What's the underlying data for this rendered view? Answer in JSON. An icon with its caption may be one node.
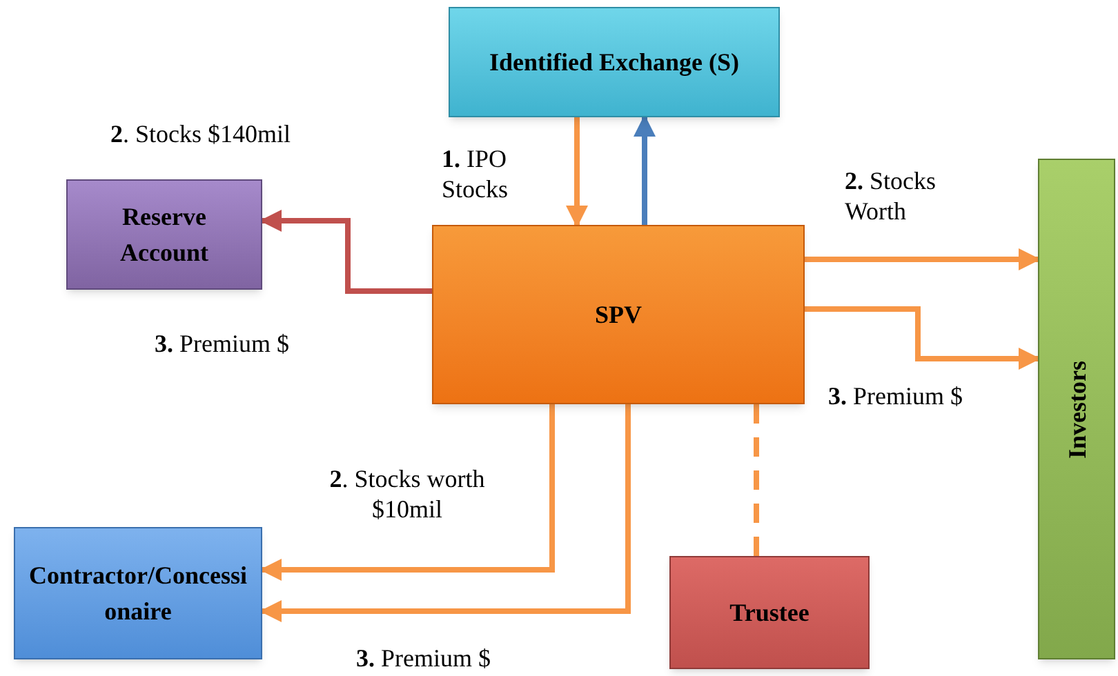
{
  "diagram": {
    "nodes": [
      {
        "text": [
          "Identified Exchange (S)"
        ]
      },
      {
        "text": [
          "Reserve Account"
        ]
      },
      {
        "text": [
          "SPV"
        ]
      },
      {
        "text": [
          "Investors"
        ]
      },
      {
        "text": [
          "Contractor/Concessionaire"
        ]
      },
      {
        "text": [
          "Trustee"
        ]
      }
    ],
    "edges": [
      {
        "from": 0,
        "to": 2,
        "arrow": "to"
      },
      {
        "from": 2,
        "to": 0,
        "arrow": "to",
        "color": "#4a7ebb"
      },
      {
        "from": 2,
        "to": 1,
        "arrow": "to",
        "color": "#c0504d"
      },
      {
        "from": 2,
        "to": 3,
        "arrow": "to"
      },
      {
        "from": 2,
        "to": 3,
        "arrow": "to"
      },
      {
        "from": 2,
        "to": 4,
        "arrow": "to"
      },
      {
        "from": 2,
        "to": 4,
        "arrow": "to"
      },
      {
        "from": 5,
        "to": 2,
        "arrow": "none",
        "style": "dashed"
      }
    ],
    "labels": [
      "**2**. Stocks $140mil",
      "**1.** IPO Stocks",
      "**2.** Stocks Worth",
      "**3.** Premium $",
      "**3.** Premium $",
      "**2**. Stocks worth $10mil",
      "**3.** Premium $"
    ]
  }
}
